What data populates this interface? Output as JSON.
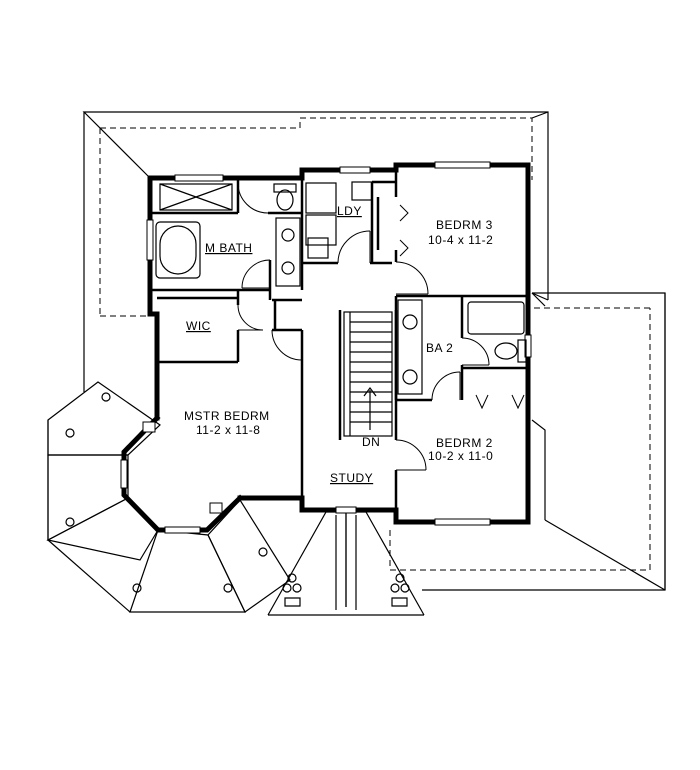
{
  "rooms": {
    "m_bath": "M BATH",
    "ldy": "LDY",
    "bedrm3": "BEDRM 3",
    "bedrm3_size": "10-4 x 11-2",
    "wic": "WIC",
    "ba2": "BA 2",
    "mstr_bedrm": "MSTR BEDRM",
    "mstr_bedrm_size": "11-2 x 11-8",
    "dn": "DN",
    "bedrm2": "BEDRM 2",
    "bedrm2_size": "10-2 x 11-0",
    "study": "STUDY"
  }
}
